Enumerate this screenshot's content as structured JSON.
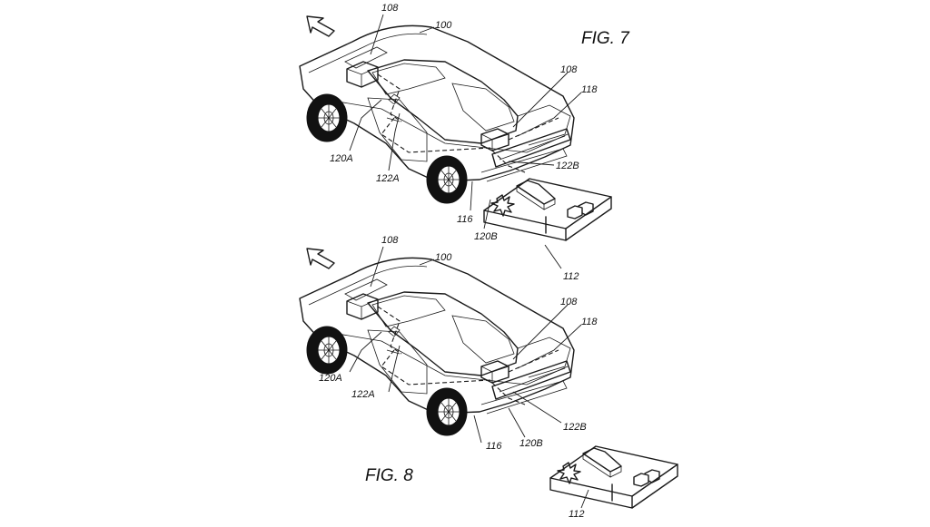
{
  "figures": [
    {
      "id": "fig7",
      "caption": "FIG. 7",
      "labels": {
        "vehicle": "100",
        "unit_front": "108",
        "unit_rear": "108",
        "connector": "118",
        "port_a": "120A",
        "cable_a": "122A",
        "bumper": "116",
        "port_b": "120B",
        "cable_b": "122B",
        "charger": "112"
      }
    },
    {
      "id": "fig8",
      "caption": "FIG. 8",
      "labels": {
        "vehicle": "100",
        "unit_front": "108",
        "unit_rear": "108",
        "connector": "118",
        "port_a": "120A",
        "cable_a": "122A",
        "bumper": "116",
        "port_b": "120B",
        "cable_b": "122B",
        "charger": "112"
      }
    }
  ]
}
